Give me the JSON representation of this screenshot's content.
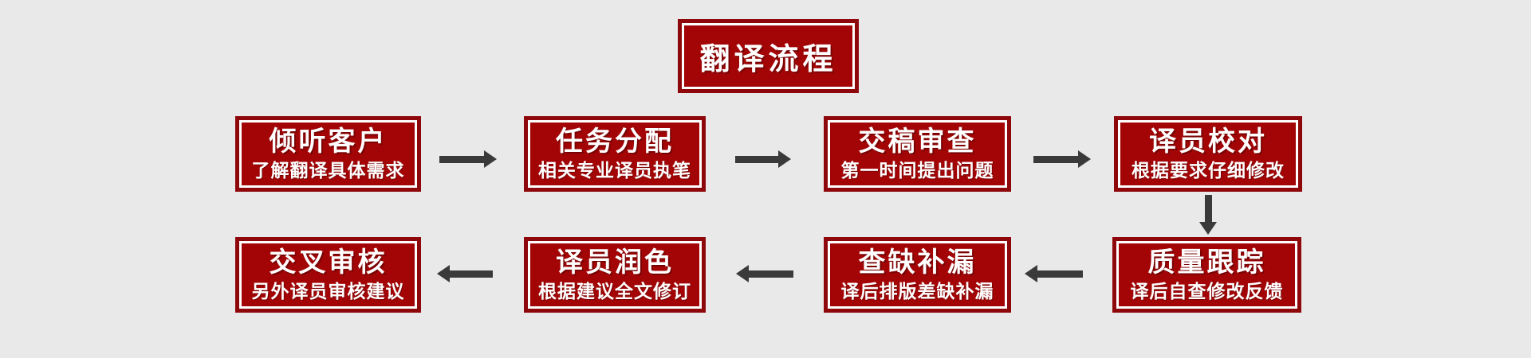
{
  "page": {
    "background": "#e9e9e9"
  },
  "colors": {
    "box_fill": "#a30506",
    "box_border": "#8e070b",
    "inner_line": "#ffffff",
    "text": "#ffffff",
    "arrow": "#3a3a3a"
  },
  "icons": {
    "arrow_right": "→",
    "arrow_down": "↓",
    "arrow_left": "←"
  },
  "title": {
    "label": "翻译流程"
  },
  "steps": [
    {
      "title": "倾听客户",
      "subtitle": "了解翻译具体需求"
    },
    {
      "title": "任务分配",
      "subtitle": "相关专业译员执笔"
    },
    {
      "title": "交稿审查",
      "subtitle": "第一时间提出问题"
    },
    {
      "title": "译员校对",
      "subtitle": "根据要求仔细修改"
    },
    {
      "title": "质量跟踪",
      "subtitle": "译后自查修改反馈"
    },
    {
      "title": "查缺补漏",
      "subtitle": "译后排版差缺补漏"
    },
    {
      "title": "译员润色",
      "subtitle": "根据建议全文修订"
    },
    {
      "title": "交叉审核",
      "subtitle": "另外译员审核建议"
    }
  ],
  "flow": {
    "row1_direction": "right",
    "row2_direction": "left",
    "connector": "down"
  }
}
